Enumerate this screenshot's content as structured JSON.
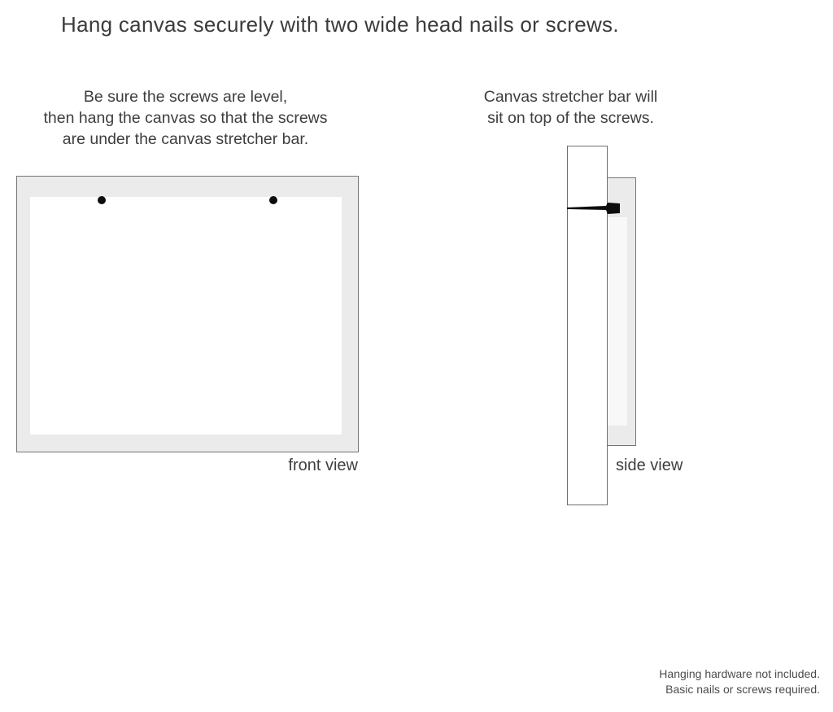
{
  "title": "Hang canvas securely with two wide head nails or screws.",
  "instructions": {
    "front": {
      "lines": [
        "Be sure the screws are level,",
        "then hang the canvas so that the screws",
        "are under the canvas stretcher bar."
      ]
    },
    "side": {
      "lines": [
        "Canvas stretcher bar will",
        "sit on top of the screws."
      ]
    }
  },
  "labels": {
    "front_view": "front view",
    "side_view": "side view"
  },
  "footnote": {
    "lines": [
      "Hanging hardware not included.",
      "Basic nails or screws required."
    ]
  },
  "colors": {
    "canvas_frame_fill": "#ebebeb",
    "outline": "#757575",
    "nail": "#0d0d0d",
    "text": "#3e3e3e"
  }
}
